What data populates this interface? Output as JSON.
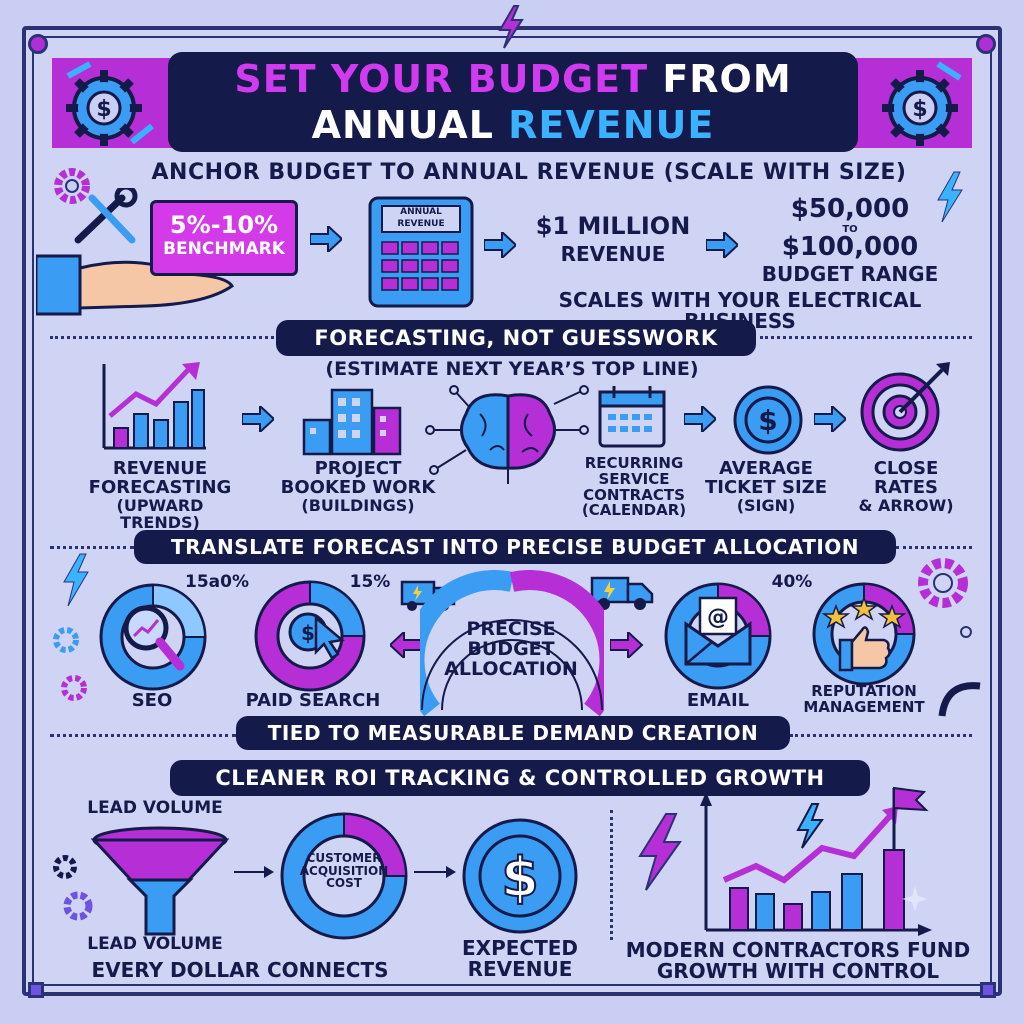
{
  "title": {
    "part1": "SET YOUR BUDGET",
    "part2": "FROM",
    "part3": "ANNUAL",
    "part4": "REVENUE"
  },
  "section1": {
    "heading": "ANCHOR BUDGET TO ANNUAL REVENUE (SCALE WITH SIZE)",
    "benchmark_pct": "5%-10%",
    "benchmark_label": "BENCHMARK",
    "calculator_label_1": "ANNUAL",
    "calculator_label_2": "REVENUE",
    "revenue_1": "$1 MILLION",
    "revenue_2": "REVENUE",
    "range_low": "$50,000",
    "range_to": "TO",
    "range_high": "$100,000",
    "range_label": "BUDGET RANGE",
    "scales_note": "SCALES WITH YOUR ELECTRICAL BUSINESS"
  },
  "section2": {
    "pill": "FORECASTING, NOT GUESSWORK",
    "subtitle": "(ESTIMATE NEXT YEAR’S TOP LINE)",
    "items": [
      {
        "l1": "REVENUE",
        "l2": "FORECASTING",
        "l3": "(UPWARD TRENDS)"
      },
      {
        "l1": "PROJECT",
        "l2": "BOOKED WORK",
        "l3": "(BUILDINGS)"
      },
      {
        "l1": "RECURRING",
        "l2": "SERVICE",
        "l3": "CONTRACTS",
        "l4": "(CALENDAR)"
      },
      {
        "l1": "AVERAGE",
        "l2": "TICKET SIZE",
        "l3": "(SIGN)"
      },
      {
        "l1": "CLOSE",
        "l2": "RATES",
        "l3": "& ARROW)"
      }
    ]
  },
  "section3": {
    "pill": "TRANSLATE FORECAST INTO PRECISE BUDGET ALLOCATION",
    "seo_pct": "15a0%",
    "seo": "SEO",
    "paid_pct": "15%",
    "paid": "PAID SEARCH",
    "center_1": "PRECISE",
    "center_2": "BUDGET",
    "center_3": "ALLOCATION",
    "email": "EMAIL",
    "rep_pct": "40%",
    "rep_1": "REPUTATION",
    "rep_2": "MANAGEMENT",
    "bottom_pill": "TIED TO MEASURABLE DEMAND CREATION"
  },
  "section4": {
    "pill": "CLEANER ROI TRACKING & CONTROLLED GROWTH",
    "lead_top": "LEAD VOLUME",
    "cac_1": "CUSTOMER",
    "cac_2": "ACQUISITION",
    "cac_3": "COST",
    "lead_bottom": "LEAD VOLUME",
    "every_dollar": "EVERY DOLLAR CONNECTS",
    "expected_1": "EXPECTED",
    "expected_2": "REVENUE",
    "modern_1": "MODERN CONTRACTORS FUND",
    "modern_2": "GROWTH WITH CONTROL"
  },
  "colors": {
    "navy": "#141a4a",
    "purple": "#b62fd6",
    "blue": "#3a9cf2",
    "lavender": "#cfd4f5"
  },
  "icons": [
    "lightning-icon",
    "gear-dollar-icon",
    "wrench-icon",
    "hand-icon",
    "calculator-icon",
    "bar-chart-icon",
    "buildings-icon",
    "brain-icon",
    "calendar-icon",
    "dollar-coin-icon",
    "target-icon",
    "truck-icon",
    "magnifier-icon",
    "cursor-icon",
    "envelope-icon",
    "thumbs-up-icon",
    "funnel-icon",
    "flag-icon"
  ]
}
